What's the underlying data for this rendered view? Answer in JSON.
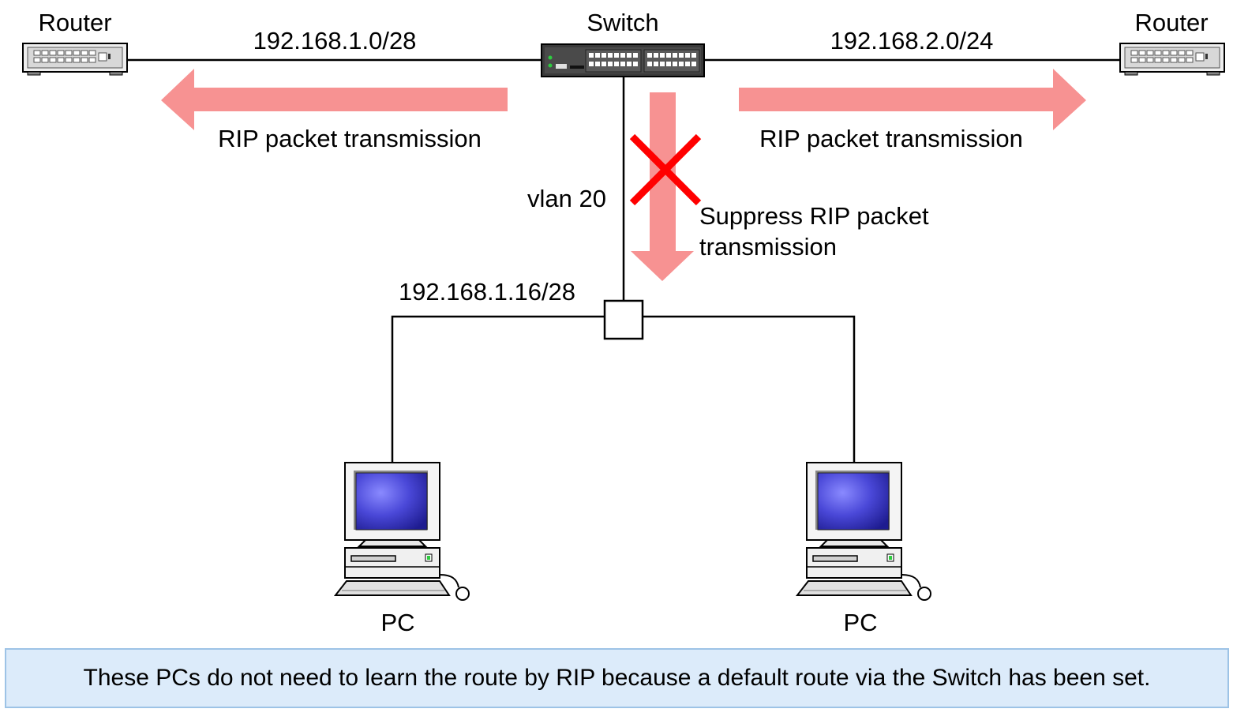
{
  "devices": {
    "router_left": {
      "label": "Router",
      "icon": "router-icon"
    },
    "switch": {
      "label": "Switch",
      "icon": "switch-icon"
    },
    "router_right": {
      "label": "Router",
      "icon": "router-icon"
    },
    "pc_left": {
      "label": "PC",
      "icon": "pc-icon"
    },
    "pc_right": {
      "label": "PC",
      "icon": "pc-icon"
    },
    "hub": {
      "icon": "hub-icon"
    }
  },
  "networks": {
    "left": "192.168.1.0/28",
    "right": "192.168.2.0/24",
    "vlan": "vlan 20",
    "pc_subnet": "192.168.1.16/28"
  },
  "flows": {
    "left_label": "RIP packet transmission",
    "right_label": "RIP packet transmission",
    "down_label_line1": "Suppress RIP packet",
    "down_label_line2": "transmission"
  },
  "note": "These PCs do not need to learn the route by RIP because a default route via the Switch has been set.",
  "colors": {
    "arrow": "#f79292",
    "block_x": "#ff0000",
    "note_bg": "#dcebfa",
    "note_border": "#9dc3e6",
    "screen": "#3a36c8"
  }
}
